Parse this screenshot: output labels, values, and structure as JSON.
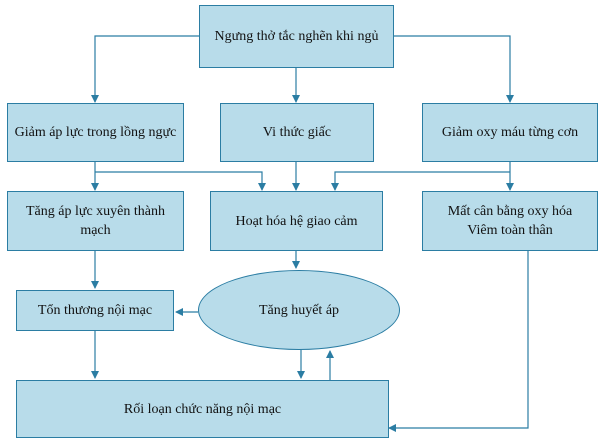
{
  "nodes": {
    "top": "Ngưng thở tắc nghẽn khi ngủ",
    "pressure_drop": "Giảm áp lực trong lồng ngực",
    "micro_arousal": "Vi thức giấc",
    "intermittent_hypoxia": "Giảm oxy máu từng cơn",
    "transmural_pressure": "Tăng áp lực xuyên thành\nmạch",
    "sympathetic": "Hoạt hóa hệ giao cảm",
    "oxidative": "Mất cân bằng oxy hóa\nViêm toàn thân",
    "endothelial_injury": "Tổn thương nội mạc",
    "hypertension": "Tăng huyết áp",
    "dysfunction": "Rối loạn chức năng nội mạc"
  },
  "colors": {
    "node_fill": "#b8dcea",
    "node_border": "#2b7da3",
    "arrow": "#2b7da3"
  }
}
